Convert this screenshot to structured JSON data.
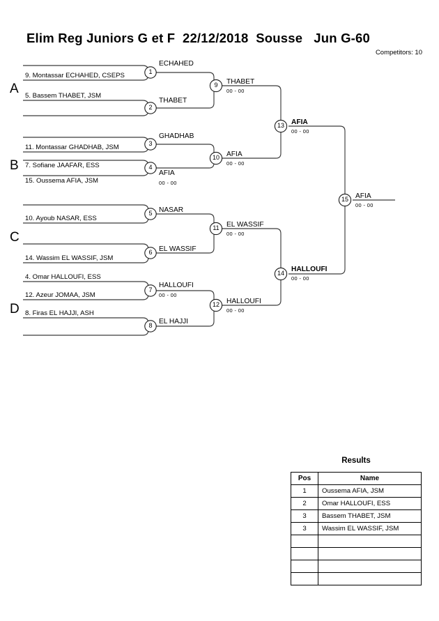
{
  "header": {
    "title": "Elim Reg Juniors G et F  22/12/2018  Sousse   Jun G-60",
    "competitors": "Competitors: 10"
  },
  "groups": [
    {
      "label": "A"
    },
    {
      "label": "B"
    },
    {
      "label": "C"
    },
    {
      "label": "D"
    }
  ],
  "round1": [
    {
      "num": "1",
      "top_player": "",
      "bottom_player": "9. Montassar ECHAHED, CSEPS",
      "winner": "ECHAHED",
      "score": "",
      "bold": false
    },
    {
      "num": "2",
      "top_player": "5. Bassem THABET, JSM",
      "bottom_player": "",
      "winner": "THABET",
      "score": "",
      "bold": false
    },
    {
      "num": "3",
      "top_player": "",
      "bottom_player": "11. Montassar GHADHAB, JSM",
      "winner": "GHADHAB",
      "score": "",
      "bold": false
    },
    {
      "num": "4",
      "top_player": "7. Sofiane JAAFAR, ESS",
      "bottom_player": "15. Oussema AFIA, JSM",
      "winner": "AFIA",
      "score": "00 - 00",
      "bold": false
    },
    {
      "num": "5",
      "top_player": "",
      "bottom_player": "10. Ayoub NASAR, ESS",
      "winner": "NASAR",
      "score": "",
      "bold": false
    },
    {
      "num": "6",
      "top_player": "",
      "bottom_player": "14. Wassim EL WASSIF, JSM",
      "winner": "EL WASSIF",
      "score": "",
      "bold": false
    },
    {
      "num": "7",
      "top_player": "4. Omar HALLOUFI, ESS",
      "bottom_player": "12. Azeur JOMAA, JSM",
      "winner": "HALLOUFI",
      "score": "00 - 00",
      "bold": false
    },
    {
      "num": "8",
      "top_player": "8. Firas EL HAJJI, ASH",
      "bottom_player": "",
      "winner": "EL HAJJI",
      "score": "",
      "bold": false
    }
  ],
  "round2": [
    {
      "num": "9",
      "winner": "THABET",
      "score": "00 - 00",
      "bold": false
    },
    {
      "num": "10",
      "winner": "AFIA",
      "score": "00 - 00",
      "bold": false
    },
    {
      "num": "11",
      "winner": "EL WASSIF",
      "score": "00 - 00",
      "bold": false
    },
    {
      "num": "12",
      "winner": "HALLOUFI",
      "score": "00 - 00",
      "bold": false
    }
  ],
  "round3": [
    {
      "num": "13",
      "winner": "AFIA",
      "score": "00 - 00",
      "bold": true
    },
    {
      "num": "14",
      "winner": "HALLOUFI",
      "score": "00 - 00",
      "bold": true
    }
  ],
  "final": {
    "num": "15",
    "winner": "AFIA",
    "score": "00 - 00",
    "bold": false
  },
  "results": {
    "title": "Results",
    "columns": {
      "pos": "Pos",
      "name": "Name"
    },
    "rows": [
      {
        "pos": "1",
        "name": "Oussema AFIA, JSM"
      },
      {
        "pos": "2",
        "name": "Omar HALLOUFI, ESS"
      },
      {
        "pos": "3",
        "name": "Bassem THABET, JSM"
      },
      {
        "pos": "3",
        "name": "Wassim EL WASSIF, JSM"
      },
      {
        "pos": "",
        "name": ""
      },
      {
        "pos": "",
        "name": ""
      },
      {
        "pos": "",
        "name": ""
      },
      {
        "pos": "",
        "name": ""
      }
    ]
  },
  "colors": {
    "line": "#3a3a3a",
    "text": "#000000",
    "background": "#ffffff"
  }
}
